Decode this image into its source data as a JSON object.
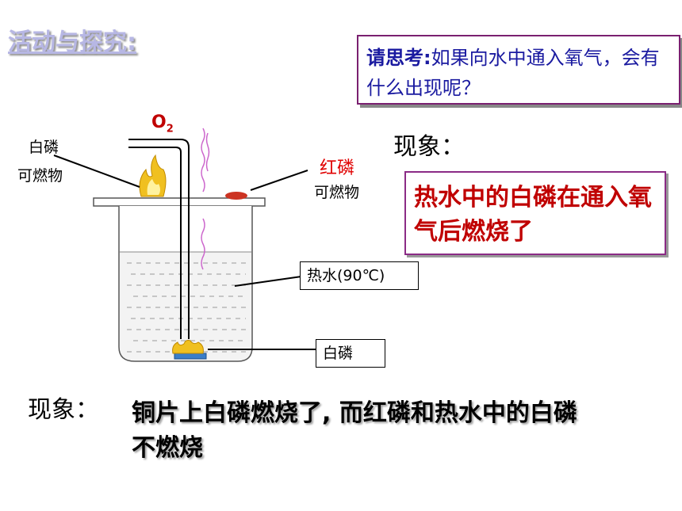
{
  "heading": "活动与探究:",
  "think_box": {
    "prefix": "请思考:",
    "text": "如果向水中通入氧气，会有什么出现呢？"
  },
  "phenomenon_right": {
    "label": "现象：",
    "text": "热水中的白磷在通入氧气后燃烧了"
  },
  "phenomenon_bottom": {
    "label": "现象：",
    "text": "铜片上白磷燃烧了, 而红磷和热水中的白磷不燃烧"
  },
  "diagram": {
    "gas_label": "O",
    "gas_sub": "2",
    "white_p_top": "白磷",
    "combustible_left": "可燃物",
    "red_p": "红磷",
    "combustible_right": "可燃物",
    "hot_water": "热水(90℃)",
    "white_p_bottom": "白磷"
  },
  "colors": {
    "heading": "#b7b7e4",
    "think_text": "#1a1aa0",
    "result_text": "#c00000",
    "box_border": "#8b2b86",
    "red_label": "#e00000"
  }
}
